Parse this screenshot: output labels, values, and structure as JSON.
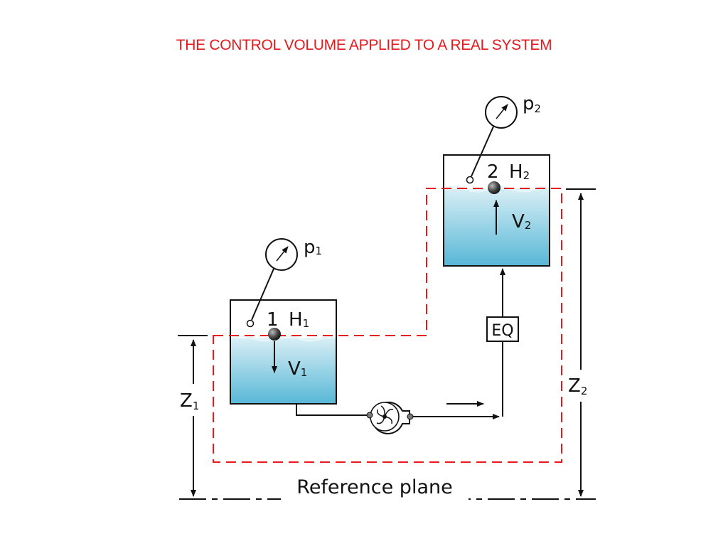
{
  "slide": {
    "title": "THE CONTROL VOLUME APPLIED TO A REAL SYSTEM",
    "title_color": "#e8191c"
  },
  "diagram": {
    "colors": {
      "water_top": "#d7eef5",
      "water_bottom": "#57b7d6",
      "control_volume": "#e8191c",
      "line": "#111111"
    },
    "tank1": {
      "number": "1",
      "head": "H",
      "head_sub": "1",
      "velocity": "V",
      "velocity_sub": "1"
    },
    "tank2": {
      "number": "2",
      "head": "H",
      "head_sub": "2",
      "velocity": "V",
      "velocity_sub": "2"
    },
    "gauge1": {
      "label": "p",
      "sub": "1"
    },
    "gauge2": {
      "label": "p",
      "sub": "2"
    },
    "equipment": {
      "label": "EQ"
    },
    "elevation1": {
      "label": "Z",
      "sub": "1"
    },
    "elevation2": {
      "label": "Z",
      "sub": "2"
    },
    "reference": {
      "label": "Reference plane"
    },
    "icons": [
      "pressure-gauge-icon",
      "pump-icon",
      "flow-arrow-icon"
    ]
  }
}
